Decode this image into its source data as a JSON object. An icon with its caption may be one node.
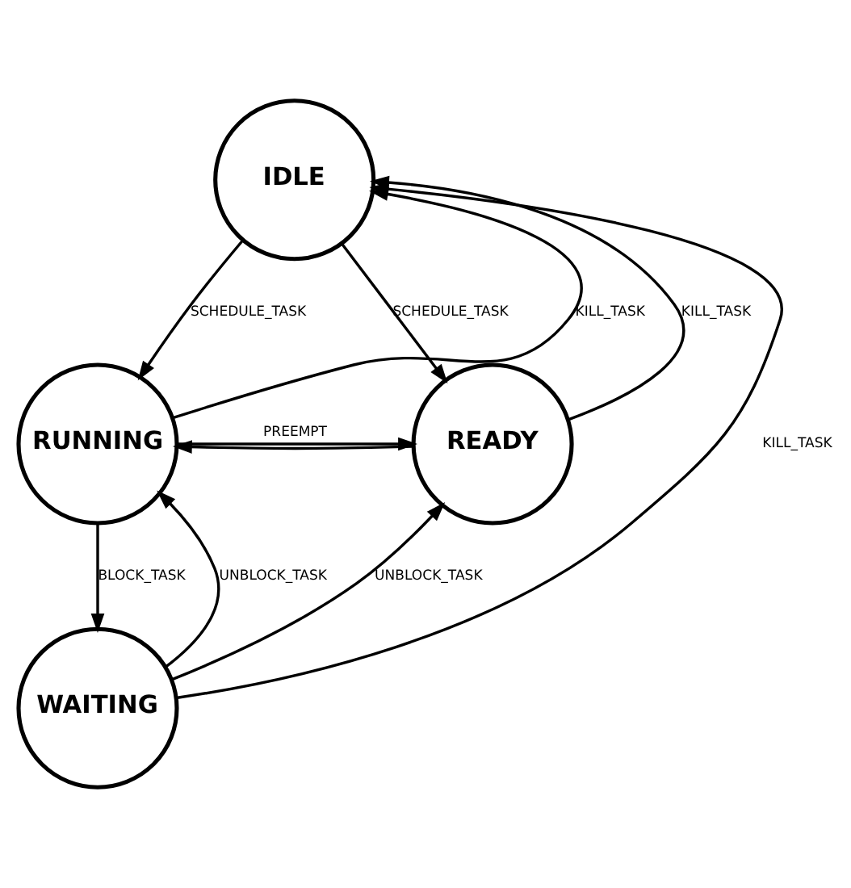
{
  "diagram": {
    "nodes": [
      {
        "text": [
          "IDLE"
        ]
      },
      {
        "text": [
          "RUNNING"
        ]
      },
      {
        "text": [
          "READY"
        ]
      },
      {
        "text": [
          "WAITING"
        ]
      }
    ],
    "edges": [
      {
        "from": 0,
        "to": 1,
        "arrow": "to",
        "label": "SCHEDULE_TASK"
      },
      {
        "from": 1,
        "to": 0,
        "arrow": "to",
        "label": "KILL_TASK"
      },
      {
        "from": 0,
        "to": 2,
        "arrow": "to",
        "label": "SCHEDULE_TASK"
      },
      {
        "from": 2,
        "to": 0,
        "arrow": "to",
        "label": "KILL_TASK"
      },
      {
        "from": 1,
        "to": 2,
        "arrow": "to",
        "label": "PREEMPT"
      },
      {
        "from": 2,
        "to": 1,
        "arrow": "to"
      },
      {
        "from": 3,
        "to": 0,
        "arrow": "to",
        "label": "KILL_TASK"
      },
      {
        "from": 1,
        "to": 3,
        "arrow": "to",
        "label": "BLOCK_TASK"
      },
      {
        "from": 3,
        "to": 1,
        "arrow": "to",
        "label": "UNBLOCK_TASK"
      },
      {
        "from": 3,
        "to": 2,
        "arrow": "to",
        "label": "UNBLOCK_TASK"
      }
    ]
  }
}
